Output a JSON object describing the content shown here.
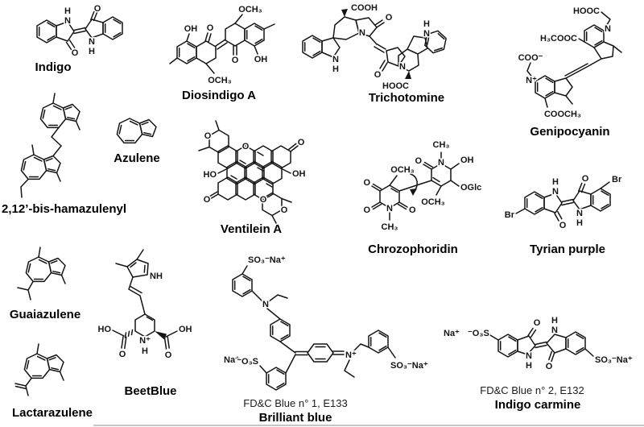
{
  "figure": {
    "background": "#ffffff",
    "line_color": "#141414"
  },
  "compounds": [
    {
      "name": "Indigo",
      "labels": {
        "h1": "H",
        "n1": "N",
        "o1": "O",
        "o2": "O",
        "n2": "N",
        "h2": "H"
      }
    },
    {
      "name": "Diosindigo A",
      "labels": {
        "oh_top": "OH",
        "o_top": "O",
        "och3_top": "OCH₃",
        "o_bot": "O",
        "oh_bot": "OH",
        "och3_bot": "OCH₃"
      }
    },
    {
      "name": "Trichotomine",
      "labels": {
        "cooh": "COOH",
        "n_ring1": "N",
        "o1": "O",
        "n1": "N",
        "h1": "H",
        "o2": "O",
        "hooc": "HOOC",
        "n_ring2": "N",
        "n2": "N",
        "h2": "H"
      }
    },
    {
      "name": "Genipocyanin",
      "labels": {
        "hooc": "HOOC",
        "n1": "N",
        "h3cooc": "H₃COOC",
        "coo": "COO⁻",
        "n2": "N⁺",
        "cooch3": "COOCH₃"
      }
    },
    {
      "name": "Azulene",
      "labels": {}
    },
    {
      "name": "2,12’-bis-hamazulenyl",
      "labels": {}
    },
    {
      "name": "Ventilein A",
      "labels": {
        "o1": "O",
        "o2": "O",
        "o3": "O",
        "oh": "OH",
        "ho": "HO",
        "o4": "O",
        "o5": "O",
        "o6": "O"
      }
    },
    {
      "name": "Chrozophoridin",
      "labels": {
        "ch3_top": "CH₃",
        "n_top": "N",
        "o_tl": "O",
        "oh": "OH",
        "oglc": "OGlc",
        "och3_r": "OCH₃",
        "och3_l": "OCH₃",
        "o_l": "O",
        "o_bl": "O",
        "o_br": "O",
        "n_bot": "N",
        "ch3_bot": "CH₃"
      }
    },
    {
      "name": "Tyrian purple",
      "labels": {
        "br1": "Br",
        "h1": "H",
        "n1": "N",
        "o1": "O",
        "o2": "O",
        "n2": "N",
        "h2": "H",
        "br2": "Br"
      }
    },
    {
      "name": "Guaiazulene",
      "labels": {}
    },
    {
      "name": "BeetBlue",
      "labels": {
        "nh": "NH",
        "ho": "HO",
        "o1": "O",
        "n": "N⁺",
        "h": "H",
        "oh": "OH",
        "o2": "O"
      }
    },
    {
      "name": "Brilliant blue",
      "subtitle": "FD&C Blue n° 1, E133",
      "labels": {
        "so3_tl": "SO₃⁻Na⁺",
        "n": "N",
        "na": "Na⁺",
        "o3s": "⁻O₃S",
        "n_plus": "N⁺",
        "so3_r": "SO₃⁻Na⁺"
      }
    },
    {
      "name": "Indigo carmine",
      "subtitle": "FD&C Blue n° 2, E132",
      "labels": {
        "na": "Na⁺",
        "o3s": "⁻O₃S",
        "o1": "O",
        "h1": "H",
        "n1": "N",
        "n2": "N",
        "h2": "H",
        "o2": "O",
        "so3": "SO₃⁻Na⁺"
      }
    },
    {
      "name": "Lactarazulene",
      "labels": {}
    }
  ]
}
